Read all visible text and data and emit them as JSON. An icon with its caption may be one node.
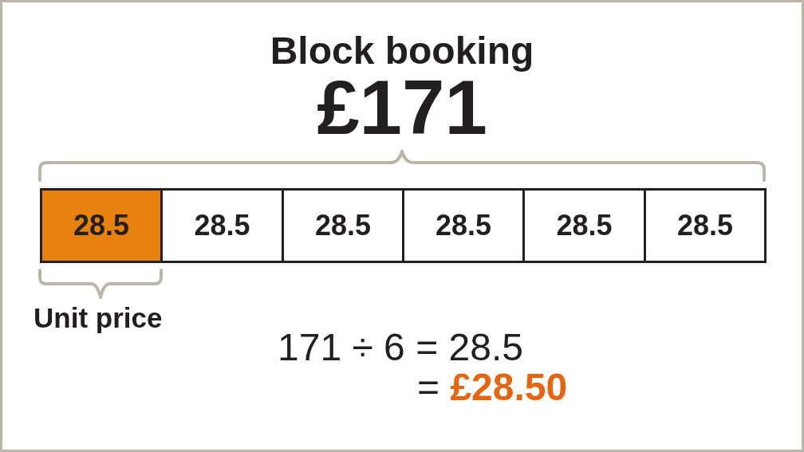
{
  "diagram": {
    "title": "Block booking",
    "nodes": [
      {
        "text": [
          "28.5"
        ]
      },
      {
        "text": [
          "28.5"
        ]
      },
      {
        "text": [
          "28.5"
        ]
      },
      {
        "text": [
          "28.5"
        ]
      },
      {
        "text": [
          "28.5"
        ]
      },
      {
        "text": [
          "28.5"
        ]
      }
    ],
    "labels": [
      "£171",
      "Unit price",
      "171 ÷ 6 = 28.5",
      "= **£28.50**"
    ]
  }
}
